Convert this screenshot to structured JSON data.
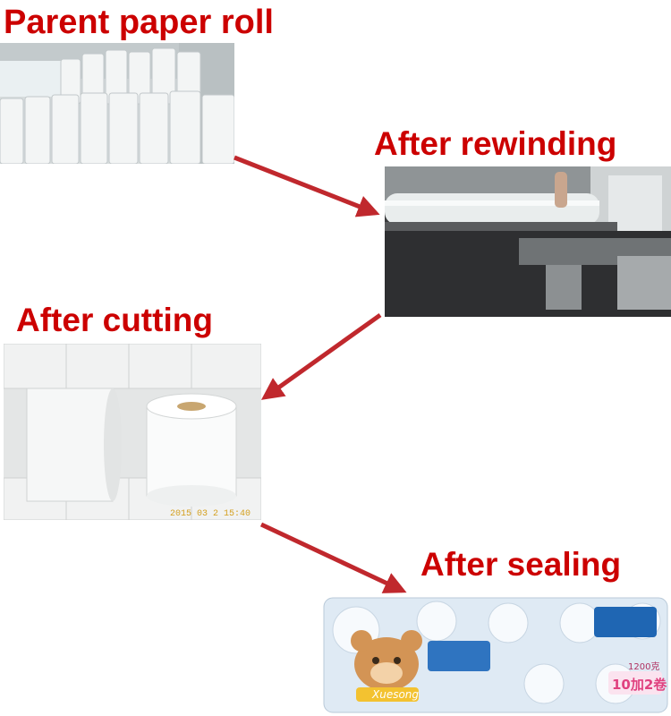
{
  "steps": [
    {
      "label": "Parent paper roll"
    },
    {
      "label": "After rewinding"
    },
    {
      "label": "After cutting",
      "photo_stamp": "2015 03 2 15:40"
    },
    {
      "label": "After sealing",
      "package": {
        "brand_latin": "Xuesong",
        "count_text": "10加2卷",
        "sheets_text": "1200克"
      }
    }
  ],
  "colors": {
    "label": "#cc0000",
    "arrow": "#c0282d"
  },
  "icons": [
    "arrow-icon"
  ]
}
